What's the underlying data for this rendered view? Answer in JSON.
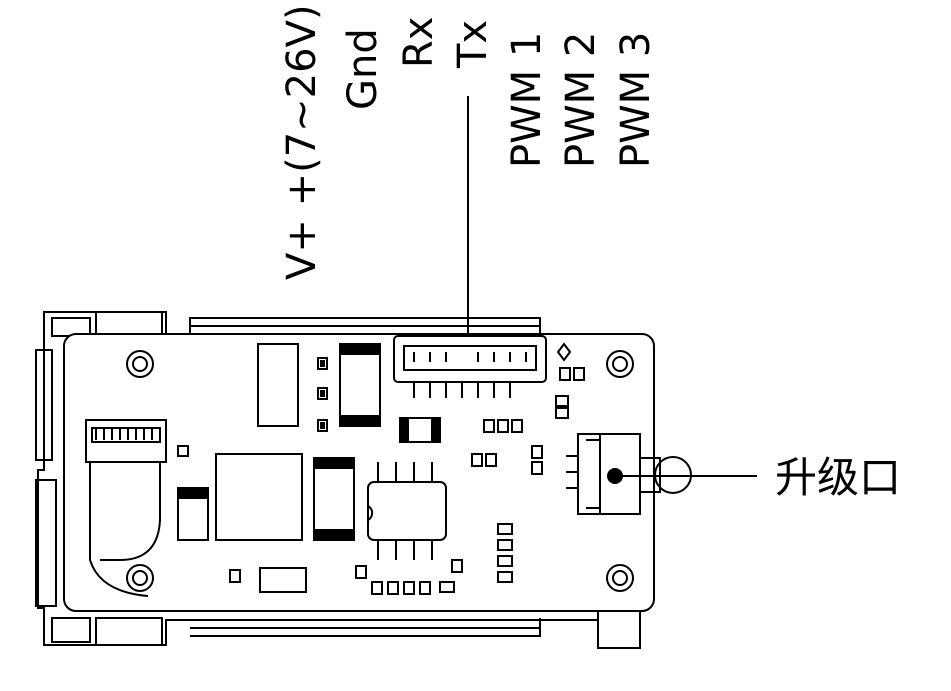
{
  "pin_labels": [
    "V+ +(7~26V)",
    "Gnd",
    "Rx",
    "Tx",
    "PWM 1",
    "PWM 2",
    "PWM 3"
  ],
  "upgrade_port_label": "升级口",
  "line_color": "#000000",
  "background_color": "#ffffff"
}
